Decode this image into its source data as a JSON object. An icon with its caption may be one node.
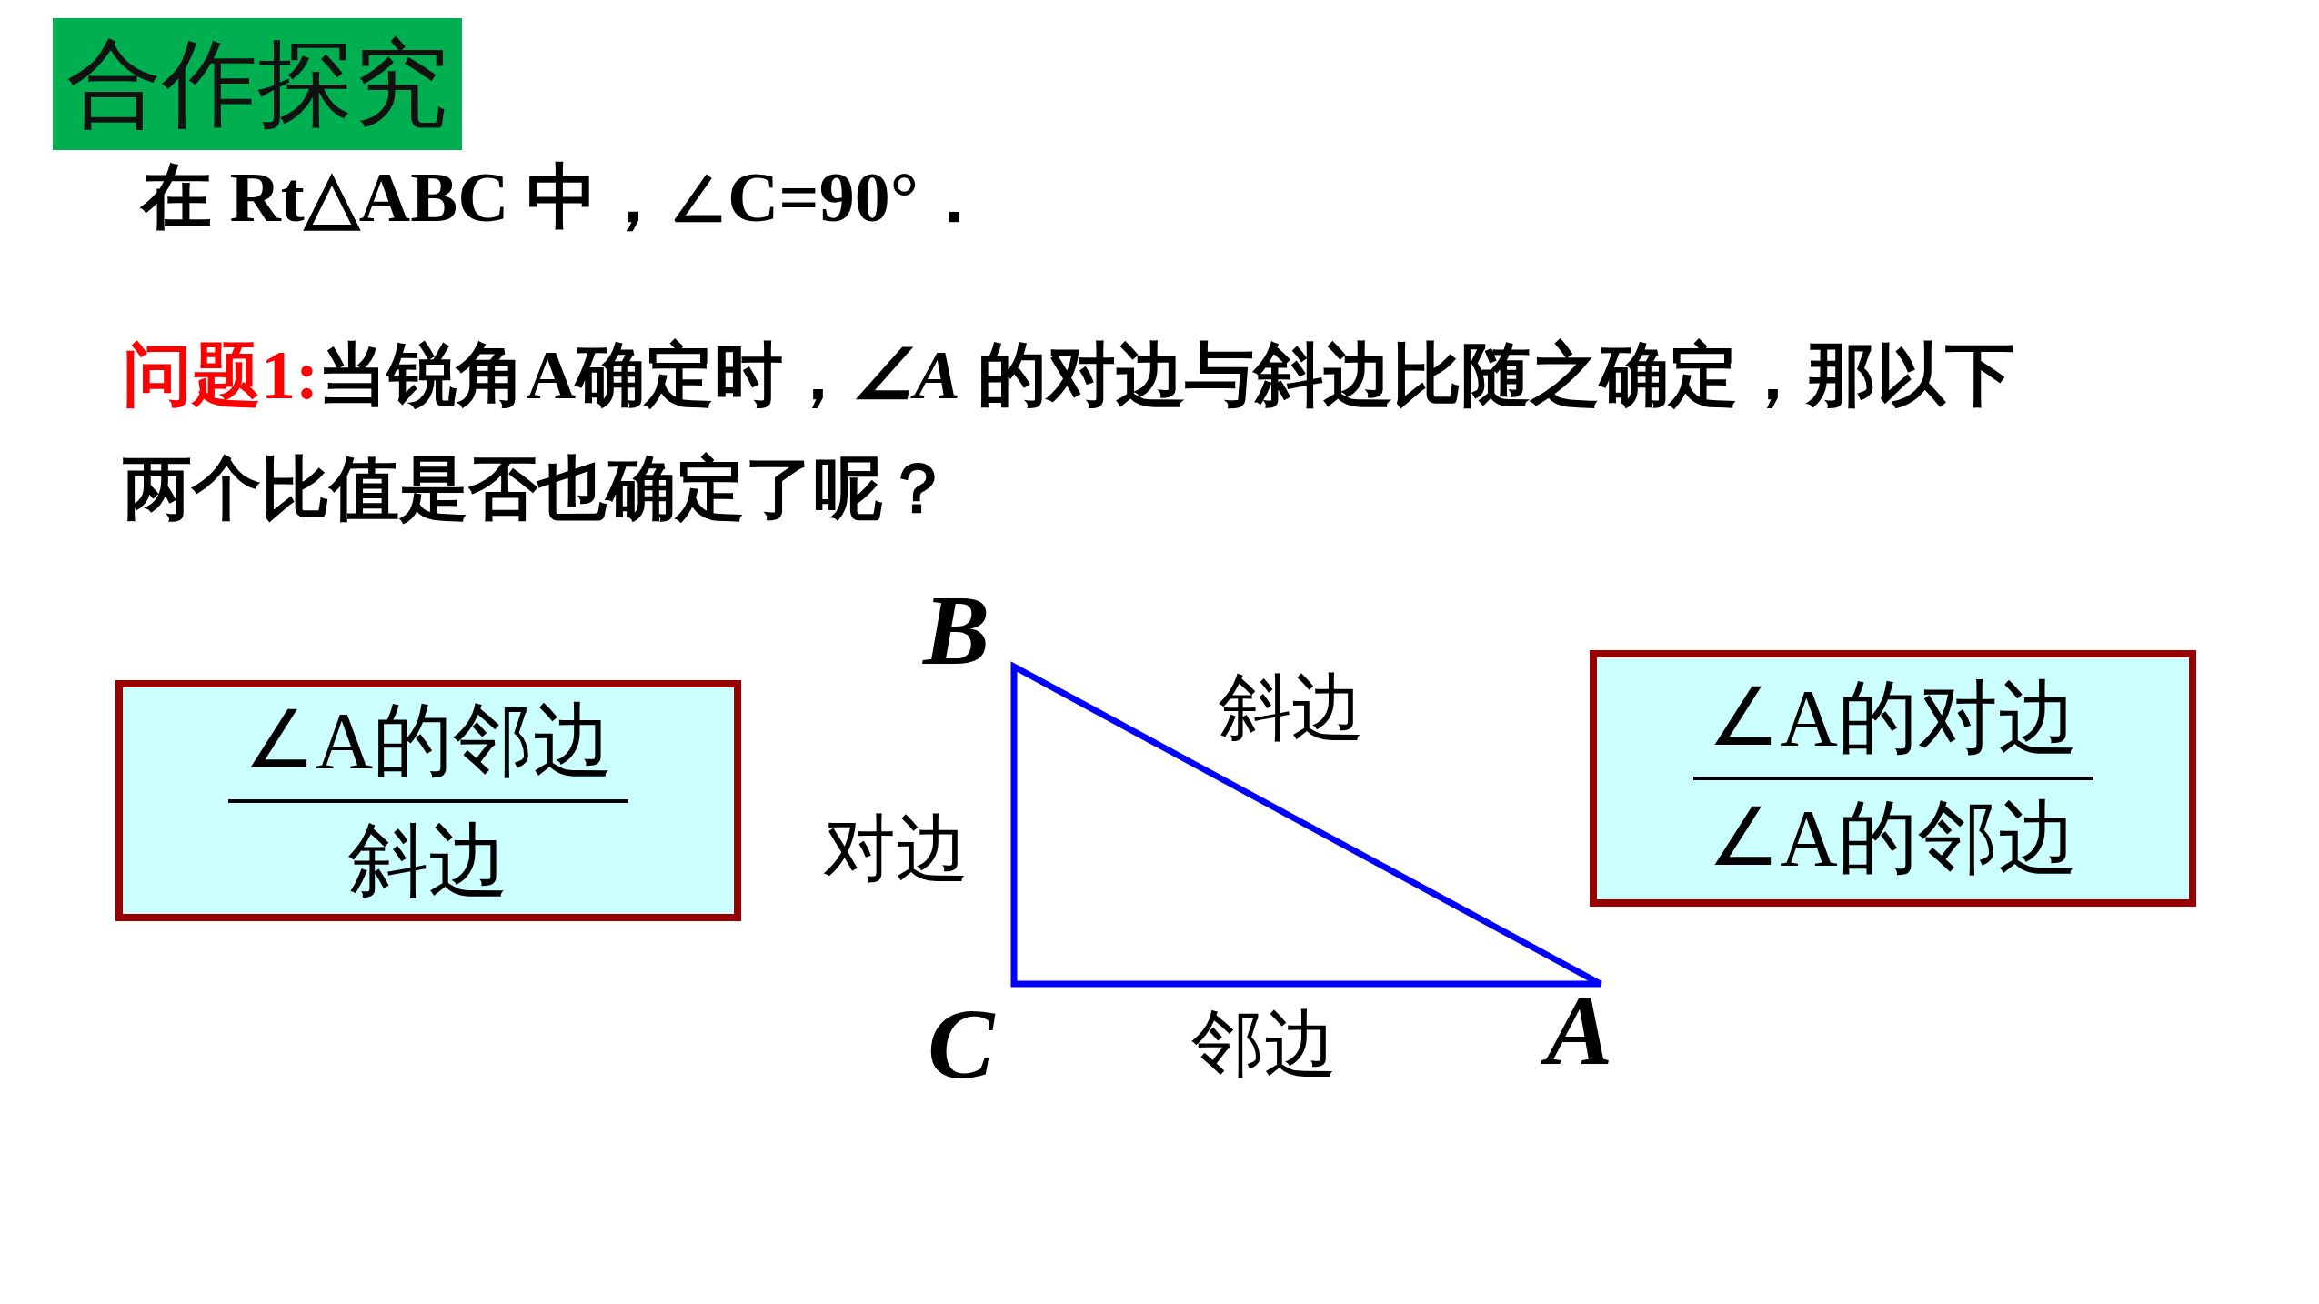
{
  "diagram": {
    "title": "合作探究",
    "nodes": [
      {
        "text": [
          "∠A的邻边",
          "斜边"
        ]
      },
      {
        "text": [
          "∠A的对边",
          "∠A的邻边"
        ]
      }
    ],
    "labels": [
      "在 Rt△ABC 中，∠C=90°．",
      "问题1:",
      "当锐角A**确定**时，*∠A* 的对边与斜边比随之确定，那以下两个比值是否也**确定**了呢？",
      "B",
      "斜边",
      "对边",
      "C",
      "邻边",
      "A"
    ]
  }
}
